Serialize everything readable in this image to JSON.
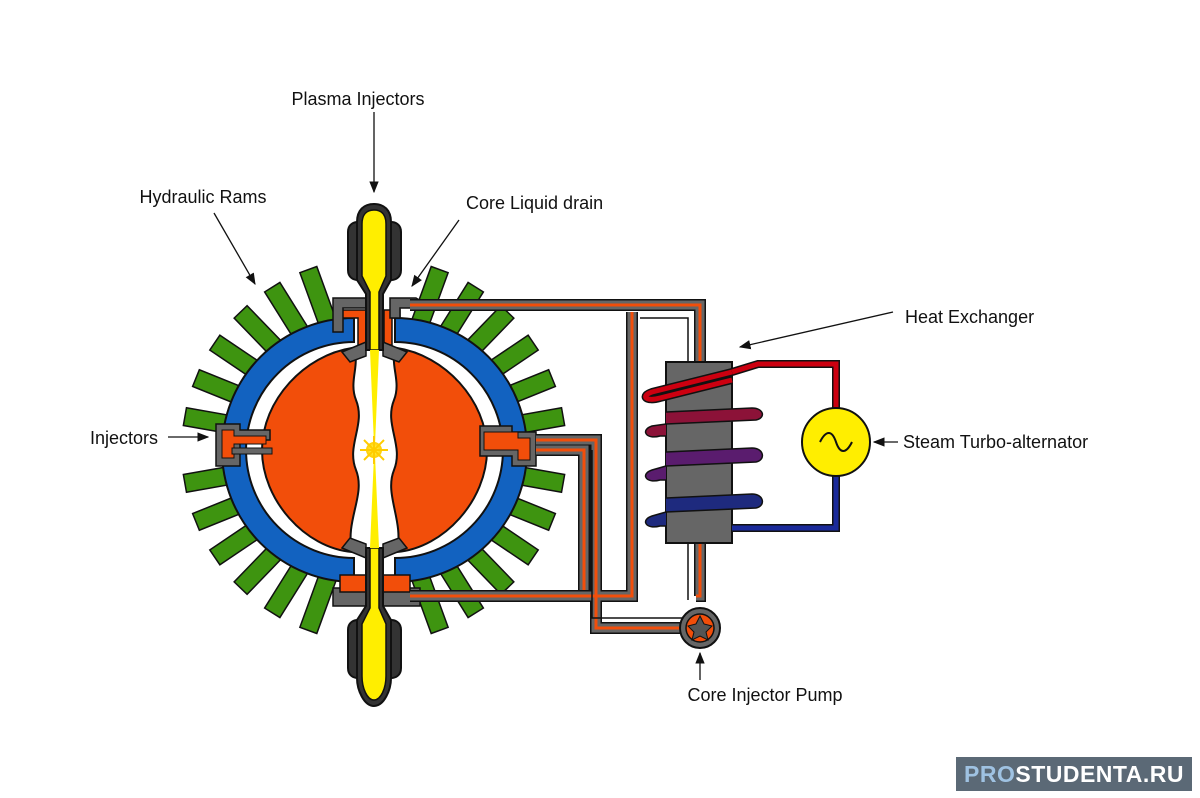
{
  "labels": {
    "plasma_injectors": "Plasma Injectors",
    "hydraulic_rams": "Hydraulic Rams",
    "core_liquid_drain": "Core Liquid drain",
    "heat_exchanger": "Heat Exchanger",
    "injectors": "Injectors",
    "steam_turbo_alternator": "Steam Turbo-alternator",
    "core_injector_pump": "Core Injector Pump"
  },
  "watermark": {
    "prefix": "PRO",
    "rest": "STUDENTA.RU"
  },
  "colors": {
    "shell_blue": "#1262c0",
    "core_orange": "#f24e0a",
    "ram_green": "#3e9410",
    "plasma_yellow": "#ffee00",
    "pipe_gray": "#666666",
    "hot_red": "#cc0010",
    "cold_blue": "#1a2a9a",
    "exchanger_gray": "#666666"
  }
}
